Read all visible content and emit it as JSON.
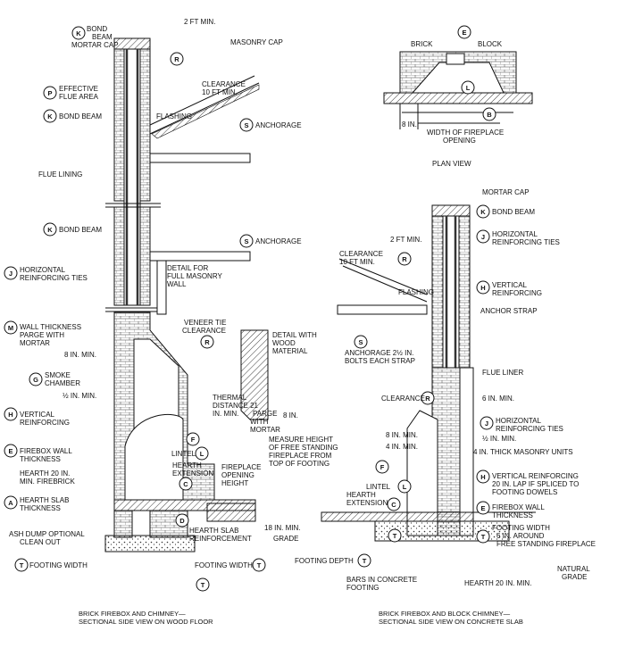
{
  "colors": {
    "ink": "#111111",
    "fill": "#e8e8e8",
    "flue": "#444444",
    "page": "#ffffff"
  },
  "left": {
    "labels": {
      "bond_beam_mortar_cap": [
        "BOND",
        "BEAM",
        "MORTAR CAP"
      ],
      "two_ft_min": "2 FT MIN.",
      "masonry_cap": "MASONRY CAP",
      "clearance_10ft": [
        "CLEARANCE",
        "10 FT MIN."
      ],
      "effective_flue": [
        "EFFECTIVE",
        "FLUE AREA"
      ],
      "bond_beam": "BOND BEAM",
      "flashing": "FLASHING",
      "anchorage": "ANCHORAGE",
      "flue_lining": "FLUE LINING",
      "bond_beam_2": "BOND BEAM",
      "anchorage_2": "ANCHORAGE",
      "horiz_ties": [
        "HORIZONTAL",
        "REINFORCING TIES"
      ],
      "detail_masonry": [
        "DETAIL FOR",
        "FULL MASONRY",
        "WALL"
      ],
      "wall_thickness": [
        "WALL THICKNESS",
        "PARGE WITH",
        "MORTAR"
      ],
      "veneer_tie": [
        "VENEER TIE",
        "CLEARANCE"
      ],
      "detail_wood": [
        "DETAIL WITH",
        "WOOD",
        "MATERIAL"
      ],
      "eight_in_min": "8 IN. MIN.",
      "smoke_chamber": [
        "SMOKE",
        "CHAMBER"
      ],
      "half_in_min": "½ IN. MIN.",
      "thermal_distance": [
        "THERMAL",
        "DISTANCE 21",
        "IN. MIN."
      ],
      "parge_with_mortar": [
        "PARGE",
        "WITH",
        "MORTAR"
      ],
      "eight_in": "8 IN.",
      "vertical_reinforcing": [
        "VERTICAL",
        "REINFORCING"
      ],
      "measure_height": [
        "MEASURE HEIGHT",
        "OF FREE STANDING",
        "FIREPLACE FROM",
        "TOP OF FOOTING"
      ],
      "firebox_wall": [
        "FIREBOX WALL",
        "THICKNESS"
      ],
      "lintel": "LINTEL",
      "hearth_20": [
        "HEARTH 20 IN.",
        "MIN. FIREBRICK"
      ],
      "hearth_extension": [
        "HEARTH",
        "EXTENSION"
      ],
      "fireplace_opening": [
        "FIREPLACE",
        "OPENING",
        "HEIGHT"
      ],
      "hearth_slab_thickness": [
        "HEARTH SLAB",
        "THICKNESS"
      ],
      "ash_dump": [
        "ASH DUMP OPTIONAL",
        "CLEAN OUT"
      ],
      "hearth_slab_reinforcement": [
        "HEARTH SLAB",
        "REINFORCEMENT"
      ],
      "eighteen_in_min": [
        "18 IN. MIN.",
        "GRADE"
      ],
      "footing_width_l": "FOOTING WIDTH",
      "footing_width_r": "FOOTING WIDTH"
    },
    "caption": [
      "BRICK FIREBOX AND CHIMNEY—",
      "SECTIONAL SIDE VIEW ON WOOD FLOOR"
    ]
  },
  "plan": {
    "labels": {
      "brick": "BRICK",
      "block": "BLOCK",
      "eight_in": "8 IN.",
      "width_opening": [
        "WIDTH OF FIREPLACE",
        "OPENING"
      ],
      "plan_view": "PLAN VIEW"
    }
  },
  "right": {
    "labels": {
      "mortar_cap": "MORTAR CAP",
      "bond_beam": "BOND BEAM",
      "two_ft_min": "2 FT MIN.",
      "horiz_ties": [
        "HORIZONTAL",
        "REINFORCING TIES"
      ],
      "clearance_10ft": [
        "CLEARANCE",
        "10 FT MIN."
      ],
      "vertical_reinforcing": [
        "VERTICAL",
        "REINFORCING"
      ],
      "flashing": "FLASHING",
      "anchor_strap": "ANCHOR STRAP",
      "anchorage_bolts": [
        "ANCHORAGE 2½ IN.",
        "BOLTS EACH STRAP"
      ],
      "flue_liner": "FLUE LINER",
      "clearance": "CLEARANCE",
      "six_in_min": "6 IN. MIN.",
      "horiz_ties_2": [
        "HORIZONTAL",
        "REINFORCING TIES"
      ],
      "eight_in_min": "8 IN. MIN.",
      "half_in_min": "½ IN. MIN.",
      "four_in_min": "4 IN. MIN.",
      "four_in_thick": "4 IN. THICK MASONRY UNITS",
      "lintel": "LINTEL",
      "vertical_reinforcing_20": [
        "VERTICAL REINFORCING",
        "20 IN. LAP IF SPLICED TO",
        "FOOTING DOWELS"
      ],
      "hearth_extension": [
        "HEARTH",
        "EXTENSION"
      ],
      "firebox_wall": [
        "FIREBOX WALL",
        "THICKNESS"
      ],
      "footing_width": [
        "FOOTING WIDTH",
        "6 IN. AROUND",
        "FREE STANDING FIREPLACE"
      ],
      "footing_depth": "FOOTING DEPTH",
      "natural_grade": [
        "NATURAL",
        "GRADE"
      ],
      "bars_in_concrete": [
        "BARS IN CONCRETE",
        "FOOTING"
      ],
      "hearth_20": "HEARTH 20 IN. MIN."
    },
    "caption": [
      "BRICK FIREBOX AND BLOCK CHIMNEY—",
      "SECTIONAL SIDE VIEW ON CONCRETE SLAB"
    ]
  },
  "letters": {
    "K": "K",
    "R": "R",
    "P": "P",
    "S": "S",
    "J": "J",
    "M": "M",
    "G": "G",
    "H": "H",
    "E": "E",
    "A": "A",
    "T": "T",
    "F": "F",
    "L": "L",
    "C": "C",
    "D": "D",
    "B": "B"
  }
}
